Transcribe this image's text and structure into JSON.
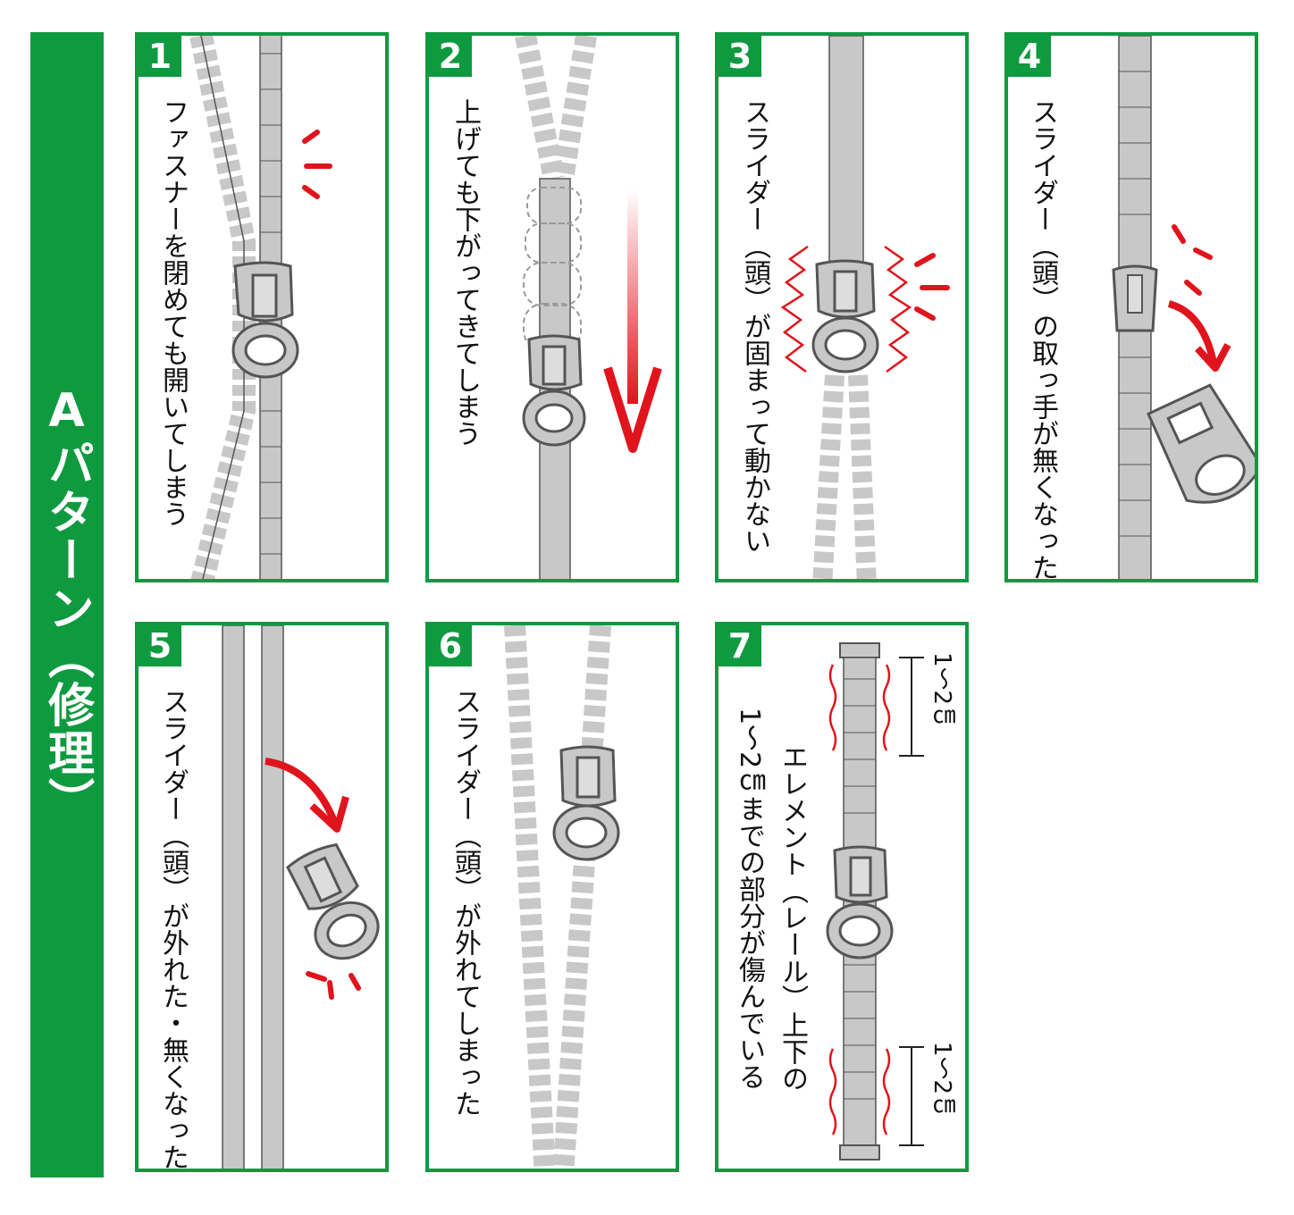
{
  "sidebar": {
    "title": "Aパターン（修理）"
  },
  "colors": {
    "green": "#0f9a40",
    "red": "#e0141c",
    "zipper_gray": "#c8c8c8",
    "outline": "#555555"
  },
  "panels": [
    {
      "number": "1",
      "caption": "ファスナーを閉めても開いてしまう"
    },
    {
      "number": "2",
      "caption": "上げても下がってきてしまう"
    },
    {
      "number": "3",
      "caption": "スライダー（頭）が固まって動かない"
    },
    {
      "number": "4",
      "caption": "スライダー（頭）の取っ手が無くなった"
    },
    {
      "number": "5",
      "caption": "スライダー（頭）が外れた・無くなった"
    },
    {
      "number": "6",
      "caption": "スライダー（頭）が外れてしまった"
    },
    {
      "number": "7",
      "caption_line1": "エレメント（レール）上下の",
      "caption_line2": "1〜2㎝までの部分が傷んでいる",
      "measure_top": "1〜2㎝",
      "measure_bottom": "1〜2㎝"
    }
  ]
}
